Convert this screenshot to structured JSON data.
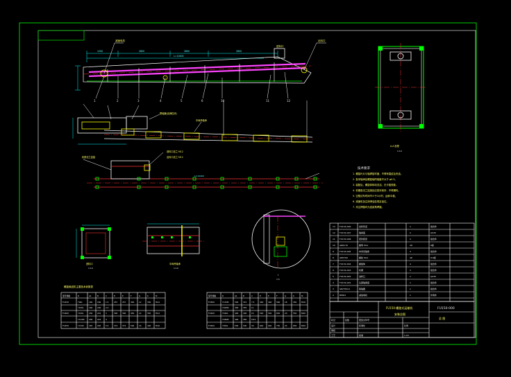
{
  "colors": {
    "background": "#000000",
    "frame": "#00cc00",
    "outline": "#ffffff",
    "dimension": "#00ffff",
    "centerline": "#ff3333",
    "part": "#ff44ff",
    "annotation": "#ffff00",
    "weld": "#00ff00"
  },
  "title_block": {
    "drawing_name_line1": "FU150-螺旋式运输机",
    "drawing_name_line2": "安装总图",
    "drawing_number": "FU150-000",
    "material": "总 图"
  }
}
